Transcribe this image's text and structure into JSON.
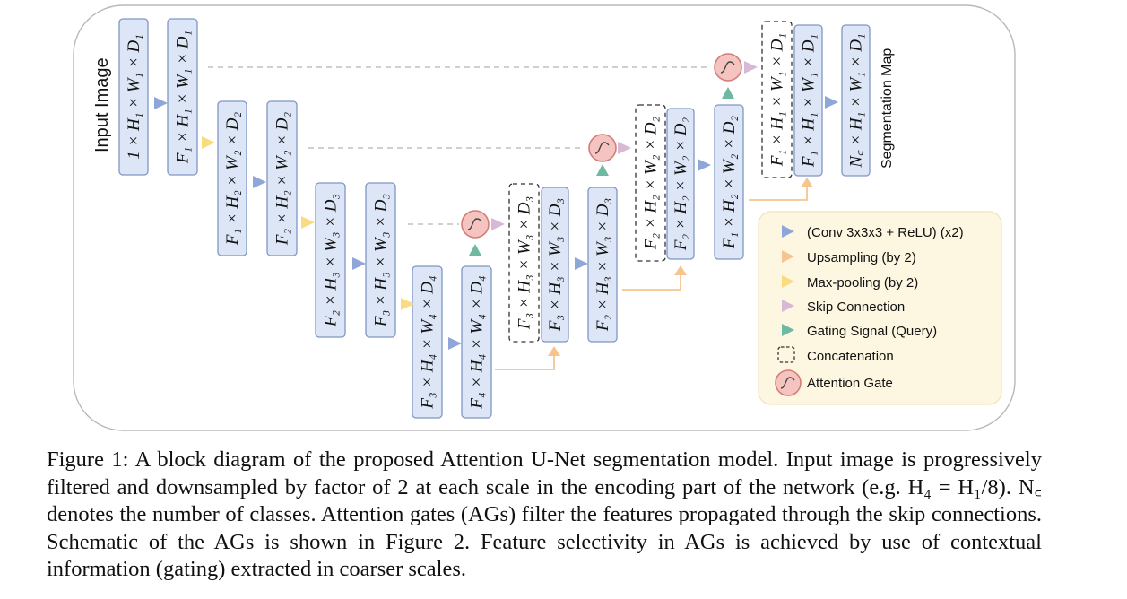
{
  "diagram": {
    "input_label": "Input Image",
    "output_label": "Segmentation Map",
    "blocks": [
      {
        "id": "b1",
        "label": "1 × H₁ × W₁ × D₁",
        "dashed": false
      },
      {
        "id": "b2",
        "label": "F₁ × H₁ × W₁ × D₁",
        "dashed": false
      },
      {
        "id": "b3",
        "label": "F₁ × H₂ × W₂ × D₂",
        "dashed": false
      },
      {
        "id": "b4",
        "label": "F₂ × H₂ × W₂ × D₂",
        "dashed": false
      },
      {
        "id": "b5",
        "label": "F₂ × H₃ × W₃ × D₃",
        "dashed": false
      },
      {
        "id": "b6",
        "label": "F₃ × H₃ × W₃ × D₃",
        "dashed": false
      },
      {
        "id": "b7",
        "label": "F₃ × H₄ × W₄ × D₄",
        "dashed": false
      },
      {
        "id": "b8",
        "label": "F₄ × H₄ × W₄ × D₄",
        "dashed": false
      },
      {
        "id": "b9",
        "label": "F₃ × H₃ × W₃ × D₃",
        "dashed": true
      },
      {
        "id": "b10",
        "label": "F₃ × H₃ × W₃ × D₃",
        "dashed": false
      },
      {
        "id": "b11",
        "label": "F₂ × H₃ × W₃ × D₃",
        "dashed": false
      },
      {
        "id": "b12",
        "label": "F₂ × H₂ × W₂ × D₂",
        "dashed": true
      },
      {
        "id": "b13",
        "label": "F₂ × H₂ × W₂ × D₂",
        "dashed": false
      },
      {
        "id": "b14",
        "label": "F₁ × H₂ × W₂ × D₂",
        "dashed": false
      },
      {
        "id": "b15",
        "label": "F₁ × H₁ × W₁ × D₁",
        "dashed": true
      },
      {
        "id": "b16",
        "label": "F₁ × H₁ × W₁ × D₁",
        "dashed": false
      },
      {
        "id": "b17",
        "label": "N꜀ × H₁ × W₁ × D₁",
        "dashed": false
      }
    ],
    "colors": {
      "conv": "#8fa6d8",
      "upsampling": "#f7c48f",
      "maxpool": "#f9dc82",
      "skip": "#d7b9d6",
      "gating": "#6fb9a0",
      "attention_gate_fill": "#f5c4c0",
      "attention_gate_stroke": "#d37d78",
      "block_fill": "#dde6f6",
      "block_stroke": "#7f97c4",
      "legend_bg": "#fdf6e0"
    }
  },
  "legend": {
    "items": [
      {
        "key": "conv",
        "label": "(Conv 3x3x3 + ReLU) (x2)"
      },
      {
        "key": "upsampling",
        "label": "Upsampling (by 2)"
      },
      {
        "key": "maxpool",
        "label": "Max-pooling (by 2)"
      },
      {
        "key": "skip",
        "label": "Skip Connection"
      },
      {
        "key": "gating",
        "label": "Gating Signal (Query)"
      },
      {
        "key": "concat",
        "label": "Concatenation"
      },
      {
        "key": "attention",
        "label": "Attention Gate"
      }
    ]
  },
  "caption": "Figure 1: A block diagram of the proposed Attention U-Net segmentation model. Input image is progressively filtered and downsampled by factor of 2 at each scale in the encoding part of the network (e.g. H₄ = H₁/8). N꜀ denotes the number of classes. Attention gates (AGs) filter the features propagated through the skip connections. Schematic of the AGs is shown in Figure 2. Feature selectivity in AGs is achieved by use of contextual information (gating) extracted in coarser scales."
}
